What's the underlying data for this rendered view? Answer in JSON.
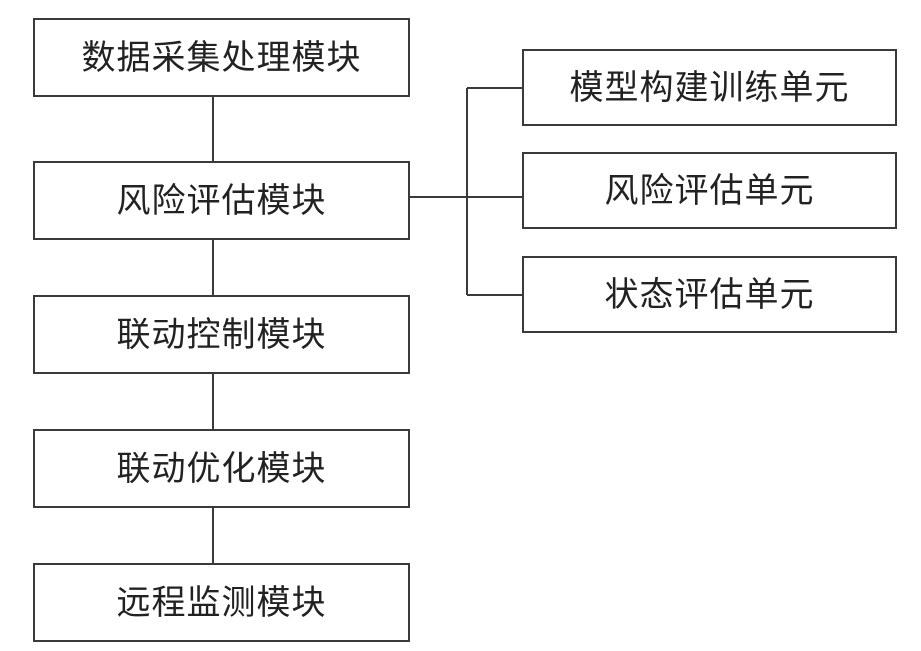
{
  "modules": [
    {
      "label": "数据采集处理模块"
    },
    {
      "label": "风险评估模块"
    },
    {
      "label": "联动控制模块"
    },
    {
      "label": "联动优化模块"
    },
    {
      "label": "远程监测模块"
    }
  ],
  "units": [
    {
      "label": "模型构建训练单元"
    },
    {
      "label": "风险评估单元"
    },
    {
      "label": "状态评估单元"
    }
  ],
  "colors": {
    "border": "#3a3a3a",
    "text": "#222222",
    "background": "#ffffff"
  }
}
